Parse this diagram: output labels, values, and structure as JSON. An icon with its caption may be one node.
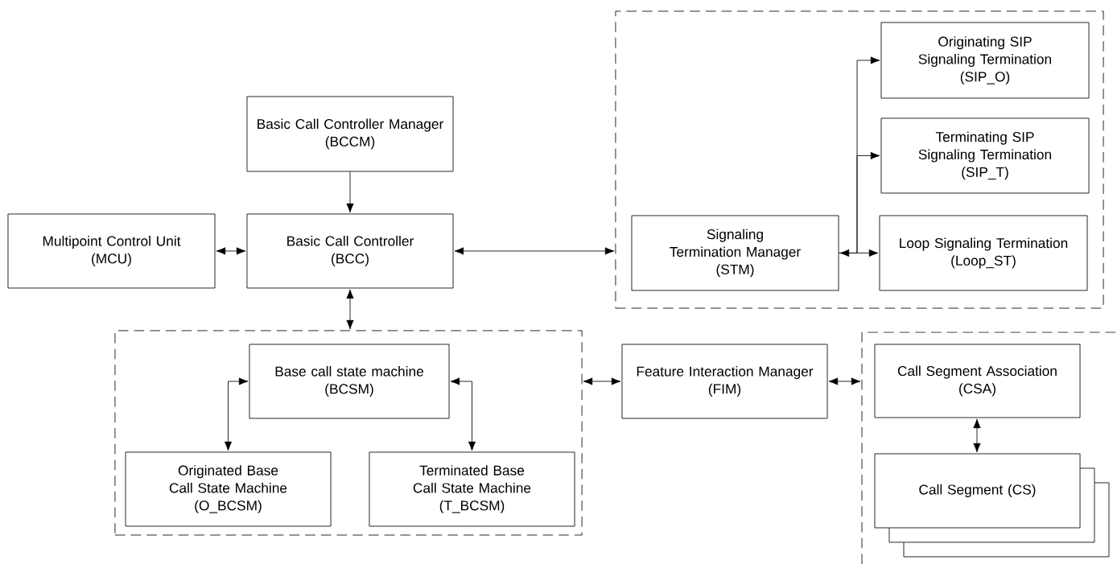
{
  "diagram": {
    "nodes": [
      {
        "text": [
          "Basic Call Controller Manager",
          "(BCCM)"
        ]
      },
      {
        "text": [
          "Multipoint Control Unit",
          "(MCU)"
        ]
      },
      {
        "text": [
          "Basic Call Controller",
          "(BCC)"
        ]
      },
      {
        "text": [],
        "shape": "box"
      },
      {
        "text": [
          "Signaling Termination Manager",
          "(STM)"
        ],
        "in": 3
      },
      {
        "text": [
          "Originating SIP Signaling Termination",
          "(SIP_O)"
        ],
        "in": 3
      },
      {
        "text": [
          "Terminating SIP Signaling Termination",
          "(SIP_T)"
        ],
        "in": 3
      },
      {
        "text": [
          "Loop Signaling Termination",
          "(Loop_ST)"
        ],
        "in": 3
      },
      {
        "text": [],
        "shape": "box"
      },
      {
        "text": [
          "Base call state machine",
          "(BCSM)"
        ],
        "in": 8
      },
      {
        "text": [
          "Originated Base Call State Machine",
          "(O_BCSM)"
        ],
        "in": 8
      },
      {
        "text": [
          "Terminated Base Call State Machine",
          "(T_BCSM)"
        ],
        "in": 8
      },
      {
        "text": [
          "Feature Interaction Manager",
          "(FIM)"
        ]
      },
      {
        "text": [],
        "shape": "box"
      },
      {
        "text": [
          "Call Segment Association",
          "(CSA)"
        ],
        "in": 13
      },
      {
        "text": [
          "Call Segment (CS)"
        ],
        "in": 13
      }
    ],
    "edges": [
      {
        "from": 0,
        "to": 2,
        "arrow": "to"
      },
      {
        "from": 1,
        "to": 2,
        "arrow": "both"
      },
      {
        "from": 2,
        "to": 3,
        "arrow": "both"
      },
      {
        "from": 2,
        "to": 8,
        "arrow": "both"
      },
      {
        "from": 4,
        "to": 5,
        "arrow": "to"
      },
      {
        "from": 4,
        "to": 6,
        "arrow": "to"
      },
      {
        "from": 4,
        "to": 7,
        "arrow": "both"
      },
      {
        "from": 9,
        "to": 10,
        "arrow": "both"
      },
      {
        "from": 9,
        "to": 11,
        "arrow": "both"
      },
      {
        "from": 8,
        "to": 12,
        "arrow": "both"
      },
      {
        "from": 12,
        "to": 13,
        "arrow": "both"
      },
      {
        "from": 14,
        "to": 15,
        "arrow": "both"
      }
    ]
  }
}
